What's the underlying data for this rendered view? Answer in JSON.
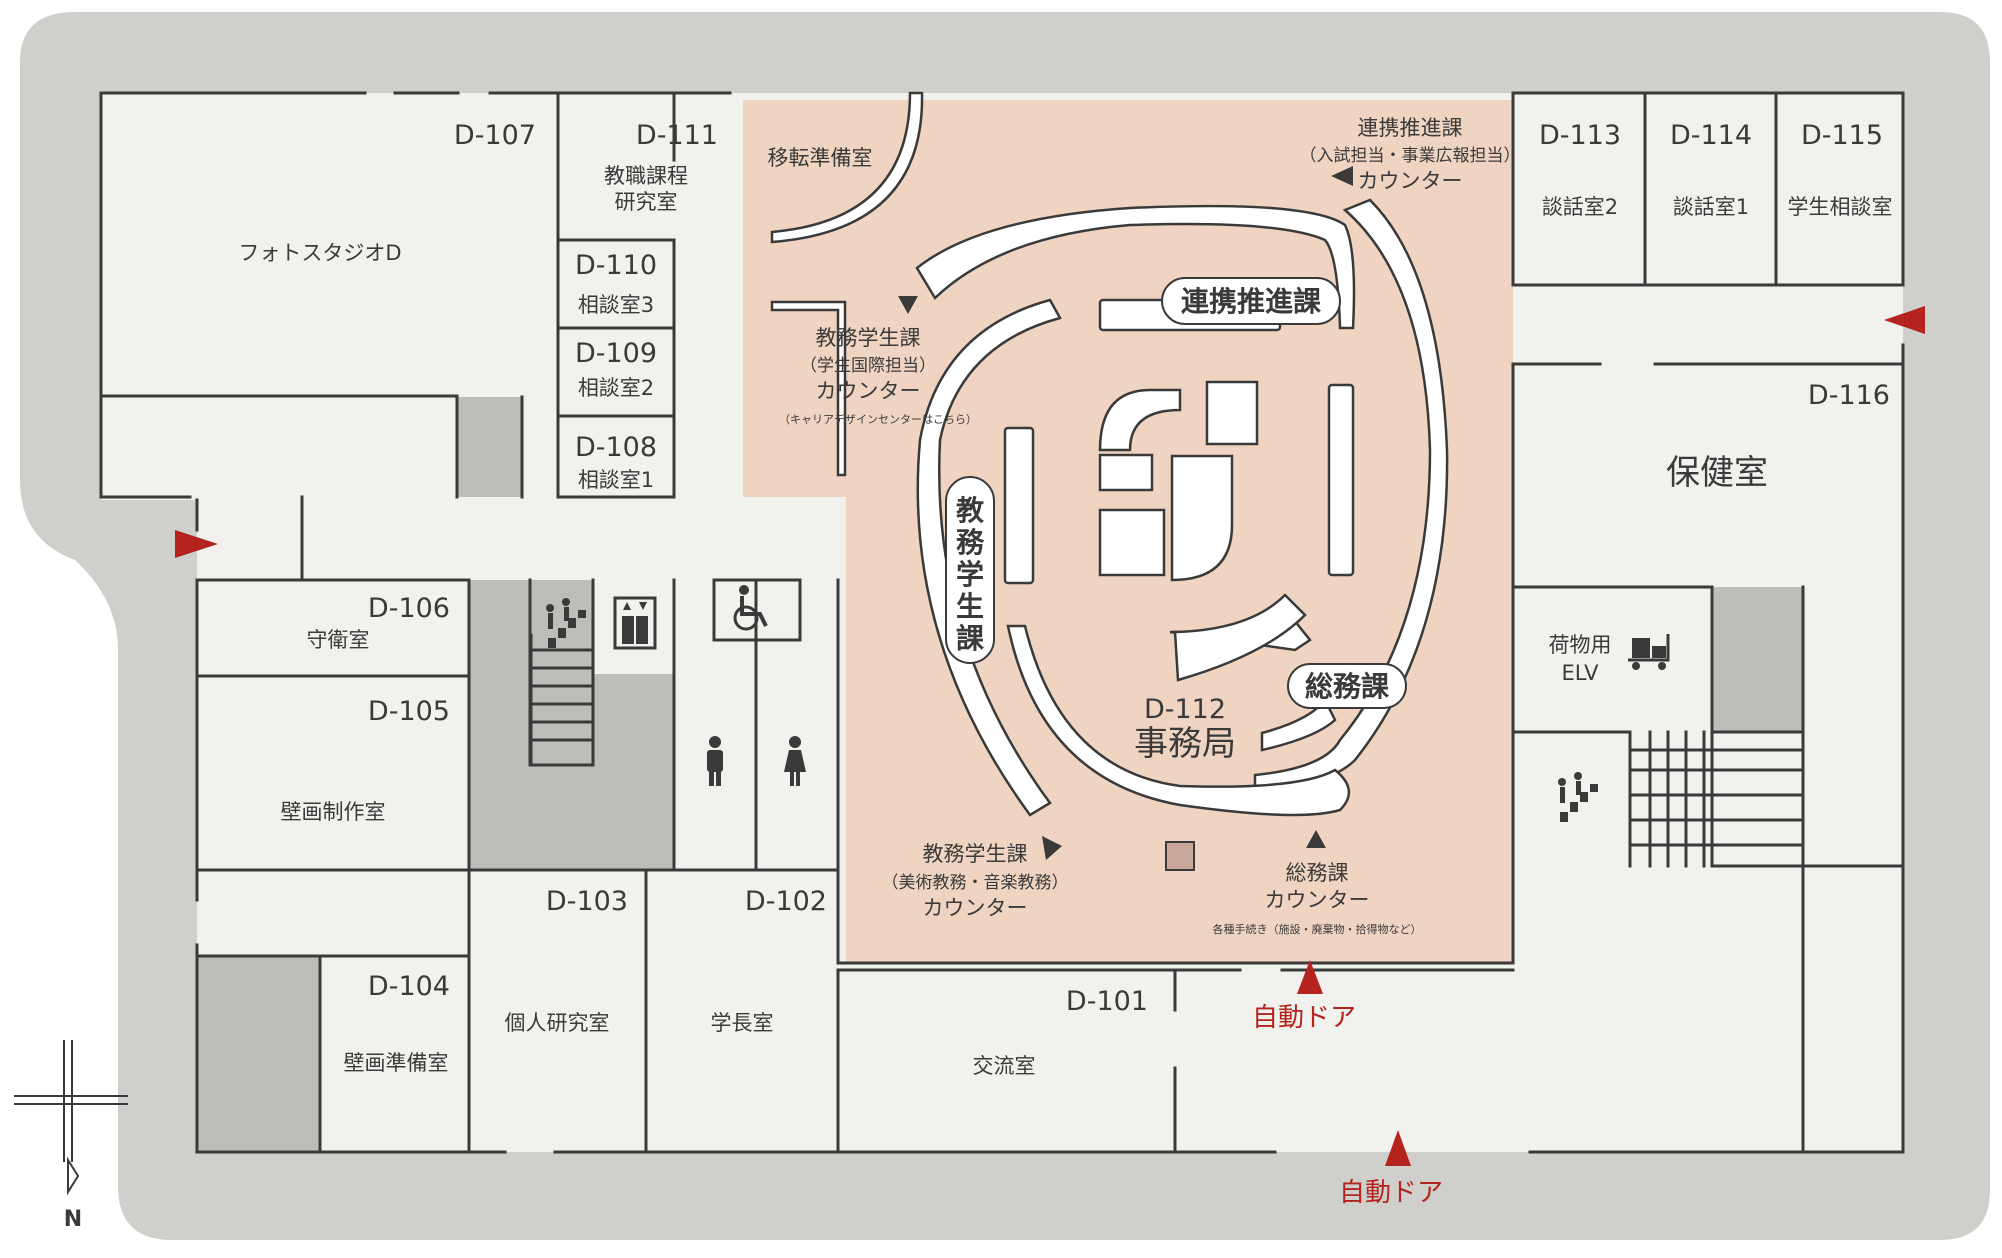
{
  "colors": {
    "outer_bg": "#cfcfcc",
    "floor": "#f1f1ee",
    "office": "#f0d4c2",
    "service": "#bdbdba",
    "wall": "#3a3a3a",
    "accent_red": "#b5231f",
    "pill_bg": "#ffffff"
  },
  "rooms": {
    "d107": {
      "id": "D-107",
      "name": "フォトスタジオD"
    },
    "d111": {
      "id": "D-111",
      "name_l1": "教職課程",
      "name_l2": "研究室"
    },
    "d110": {
      "id": "D-110",
      "name": "相談室3"
    },
    "d109": {
      "id": "D-109",
      "name": "相談室2"
    },
    "d108": {
      "id": "D-108",
      "name": "相談室1"
    },
    "d106": {
      "id": "D-106",
      "name": "守衛室"
    },
    "d105": {
      "id": "D-105",
      "name": "壁画制作室"
    },
    "d104": {
      "id": "D-104",
      "name": "壁画準備室"
    },
    "d103": {
      "id": "D-103",
      "name": "個人研究室"
    },
    "d102": {
      "id": "D-102",
      "name": "学長室"
    },
    "d101": {
      "id": "D-101",
      "name": "交流室"
    },
    "d112": {
      "id": "D-112",
      "name": "事務局"
    },
    "d113": {
      "id": "D-113",
      "name": "談話室2"
    },
    "d114": {
      "id": "D-114",
      "name": "談話室1"
    },
    "d115": {
      "id": "D-115",
      "name": "学生相談室"
    },
    "d116": {
      "id": "D-116",
      "name": "保健室"
    },
    "relocation": {
      "name": "移転準備室"
    },
    "freight_elv": {
      "name_l1": "荷物用",
      "name_l2": "ELV"
    }
  },
  "office_labels": {
    "renkei_pill": "連携推進課",
    "soumu_pill": "総務課",
    "kyomu_pill_chars": [
      "教",
      "務",
      "学",
      "生",
      "課"
    ]
  },
  "counters": {
    "renkei": {
      "l1": "連携推進課",
      "l2": "（入試担当・事業広報担当）",
      "l3": "カウンター"
    },
    "kyomu_intl": {
      "l1": "教務学生課",
      "l2": "（学生国際担当）",
      "l3": "カウンター",
      "l4": "（キャリアデザインセンターはこちら）"
    },
    "kyomu_art": {
      "l1": "教務学生課",
      "l2": "（美術教務・音楽教務）",
      "l3": "カウンター"
    },
    "soumu": {
      "l1": "総務課",
      "l2": "カウンター",
      "l3": "各種手続き（施設・廃棄物・拾得物など）"
    }
  },
  "doors": {
    "auto_door_1": "自動ドア",
    "auto_door_2": "自動ドア"
  },
  "compass": {
    "label": "N"
  },
  "icons": [
    "stairs-icon",
    "elevator-icon",
    "wheelchair-icon",
    "mens-restroom-icon",
    "womens-restroom-icon",
    "cart-icon",
    "entrance-arrow-icon",
    "counter-marker-icon",
    "compass-icon"
  ]
}
